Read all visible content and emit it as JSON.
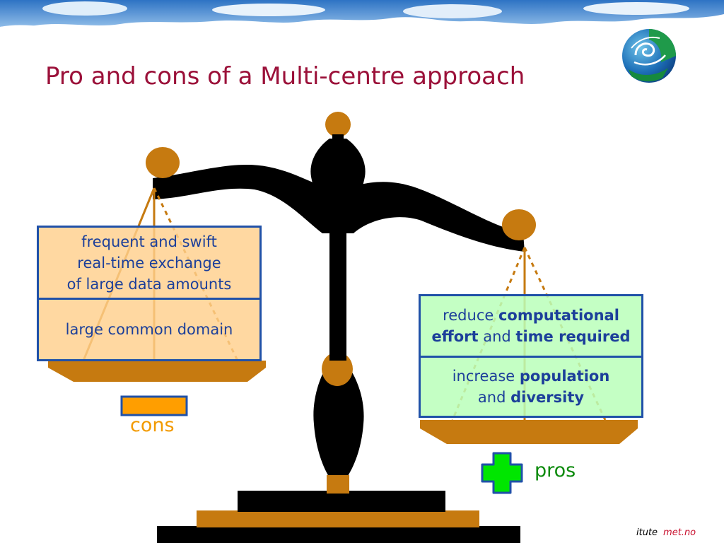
{
  "slide": {
    "title": "Pro and cons of a Multi-centre approach"
  },
  "cons": {
    "label": "cons",
    "items": [
      {
        "lines": [
          "frequent and swift",
          "real-time exchange",
          "of large data amounts"
        ]
      },
      {
        "lines": [
          "large common domain"
        ]
      }
    ]
  },
  "pros": {
    "label": "pros",
    "items": [
      {
        "line1": {
          "plain1": "reduce ",
          "bold1": "computational"
        },
        "line2": {
          "bold1": "effort",
          "plain2": " and ",
          "bold2": "time required"
        }
      },
      {
        "line1": {
          "plain1": "increase ",
          "bold1": "population"
        },
        "line2": {
          "plain2": "and ",
          "bold2": "diversity"
        }
      }
    ]
  },
  "footer": {
    "text": "itute",
    "brand": "met.no"
  },
  "colors": {
    "title": "#9b1039",
    "box_border": "#2051a8",
    "cons_fill": "#ffd08c",
    "pros_fill": "#baffba",
    "cons_label": "#f29a00",
    "pros_label": "#0b8a0b",
    "scale_wood": "#c67a10",
    "scale_iron": "#000000",
    "minus_sign": "#ff9e00",
    "plus_sign": "#00e600"
  },
  "icons": {
    "logo": "met-institute-globe-logo",
    "cons_symbol": "minus-sign-icon",
    "pros_symbol": "plus-sign-icon"
  }
}
